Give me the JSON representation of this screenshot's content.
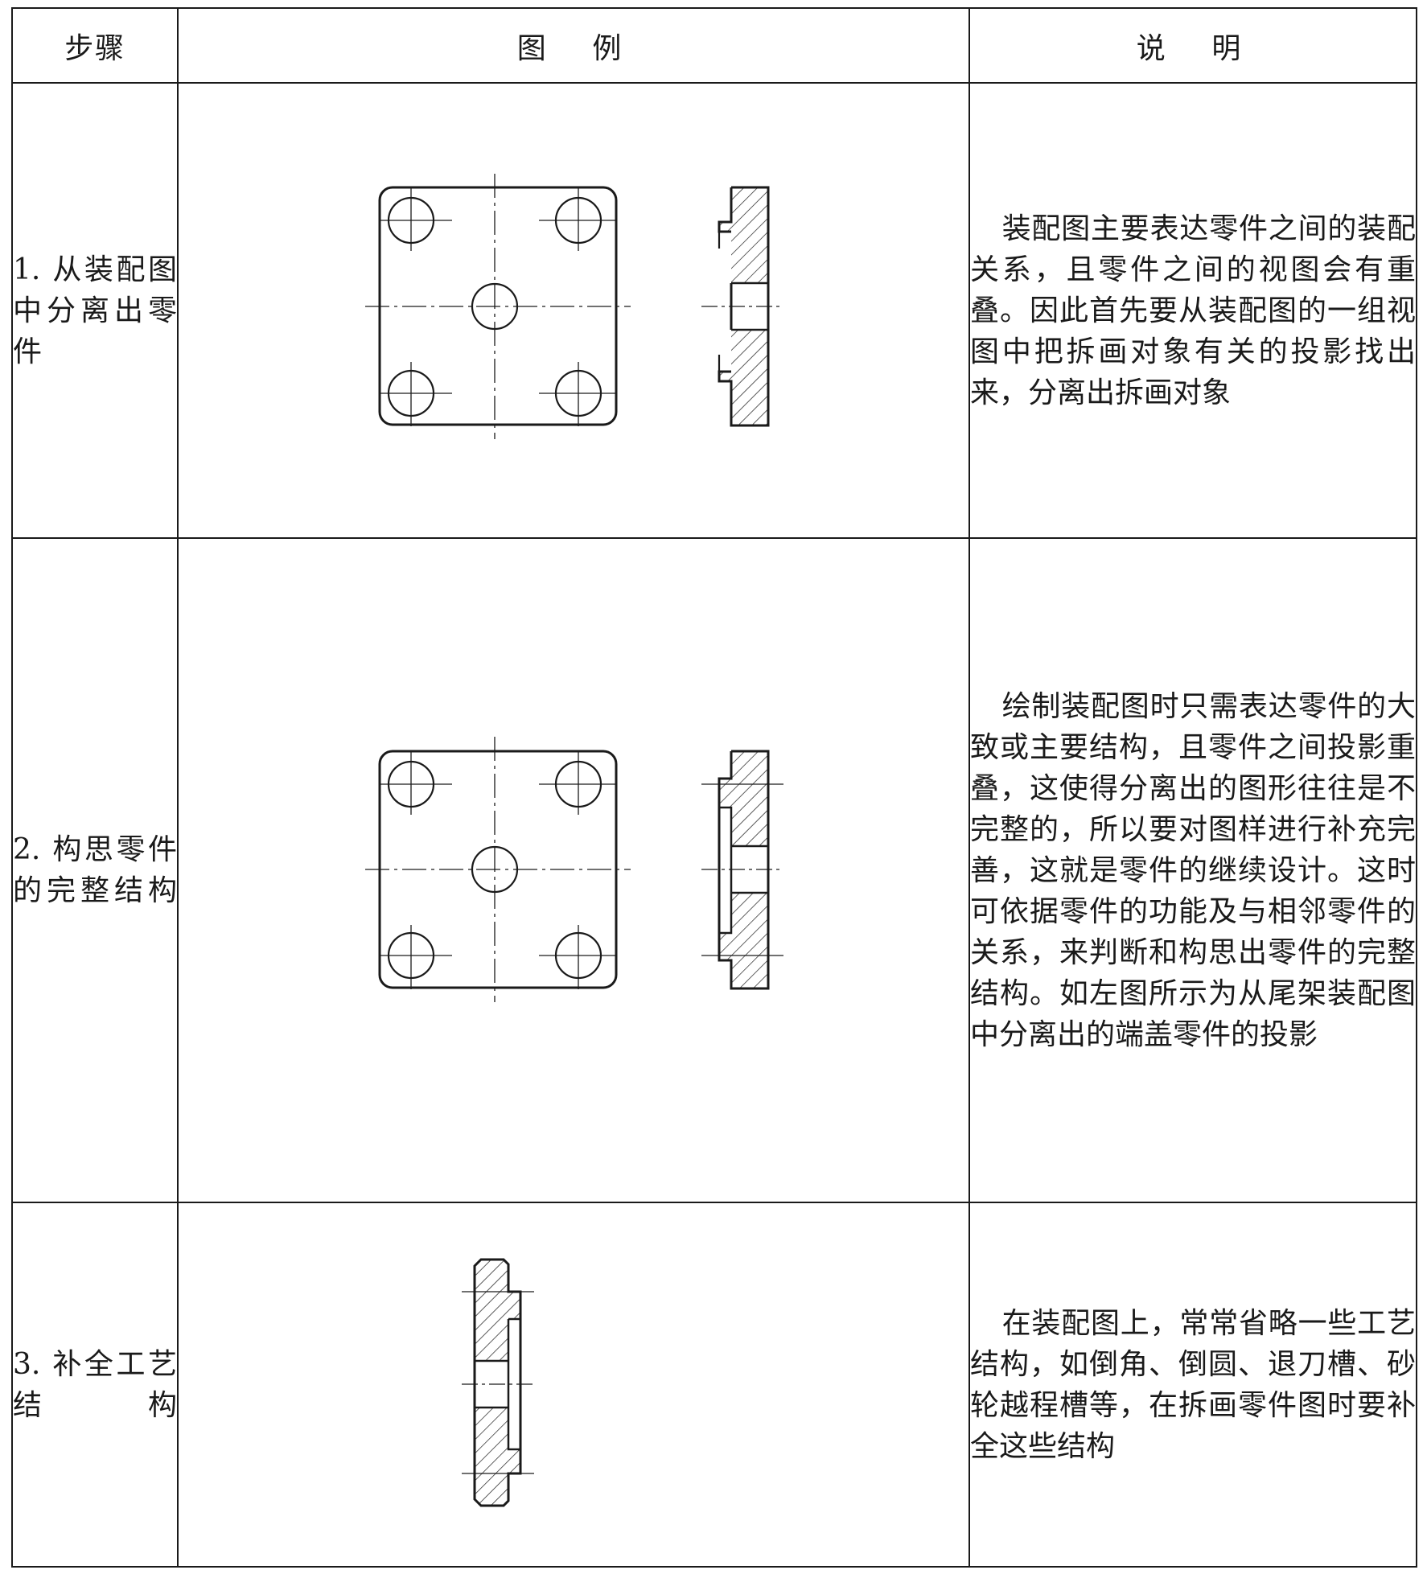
{
  "header": {
    "step": "步骤",
    "figure": "图　例",
    "description": "说　明"
  },
  "rows": [
    {
      "step": "1. 从装配图中分离出零件",
      "description": "装配图主要表达零件之间的装配关系，且零件之间的视图会有重叠。因此首先要从装配图的一组视图中把拆画对象有关的投影找出来，分离出拆画对象"
    },
    {
      "step": "2. 构思零件的完整结构",
      "description": "绘制装配图时只需表达零件的大致或主要结构，且零件之间投影重叠，这使得分离出的图形往往是不完整的，所以要对图样进行补充完善，这就是零件的继续设计。这时可依据零件的功能及与相邻零件的关系，来判断和构思出零件的完整结构。如左图所示为从尾架装配图中分离出的端盖零件的投影"
    },
    {
      "step": "3. 补全工艺结构",
      "description": "在装配图上，常常省略一些工艺结构，如倒角、倒圆、退刀槽、砂轮越程槽等，在拆画零件图时要补全这些结构"
    }
  ]
}
